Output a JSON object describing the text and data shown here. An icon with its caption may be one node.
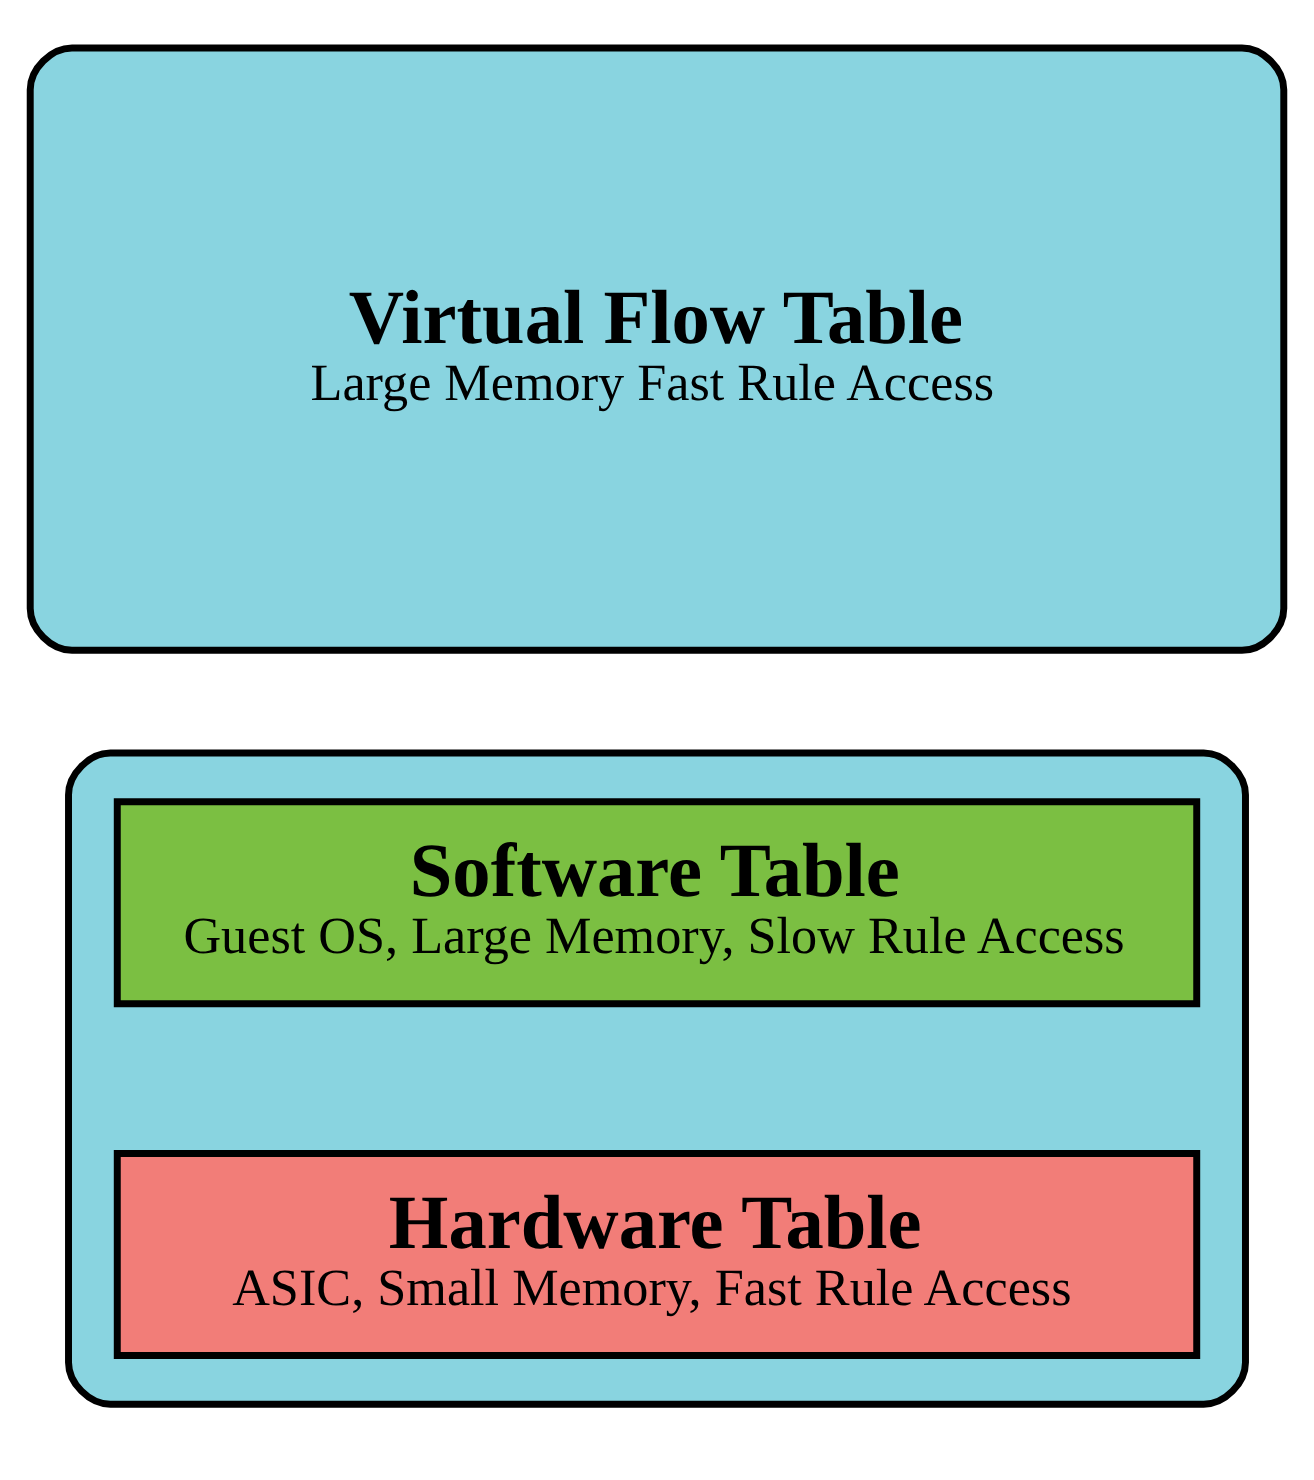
{
  "diagram": {
    "nodes": [
      {
        "text": [
          "Virtual Flow Table",
          "Large Memory Fast Rule Access"
        ]
      },
      {
        "text": [],
        "shape": "box"
      },
      {
        "text": [
          "Software Table",
          "Guest OS, Large Memory, Slow Rule Access"
        ],
        "in": 1
      },
      {
        "text": [
          "Hardware Table",
          "ASIC, Small Memory, Fast Rule Access"
        ],
        "in": 1
      }
    ],
    "edges": []
  }
}
